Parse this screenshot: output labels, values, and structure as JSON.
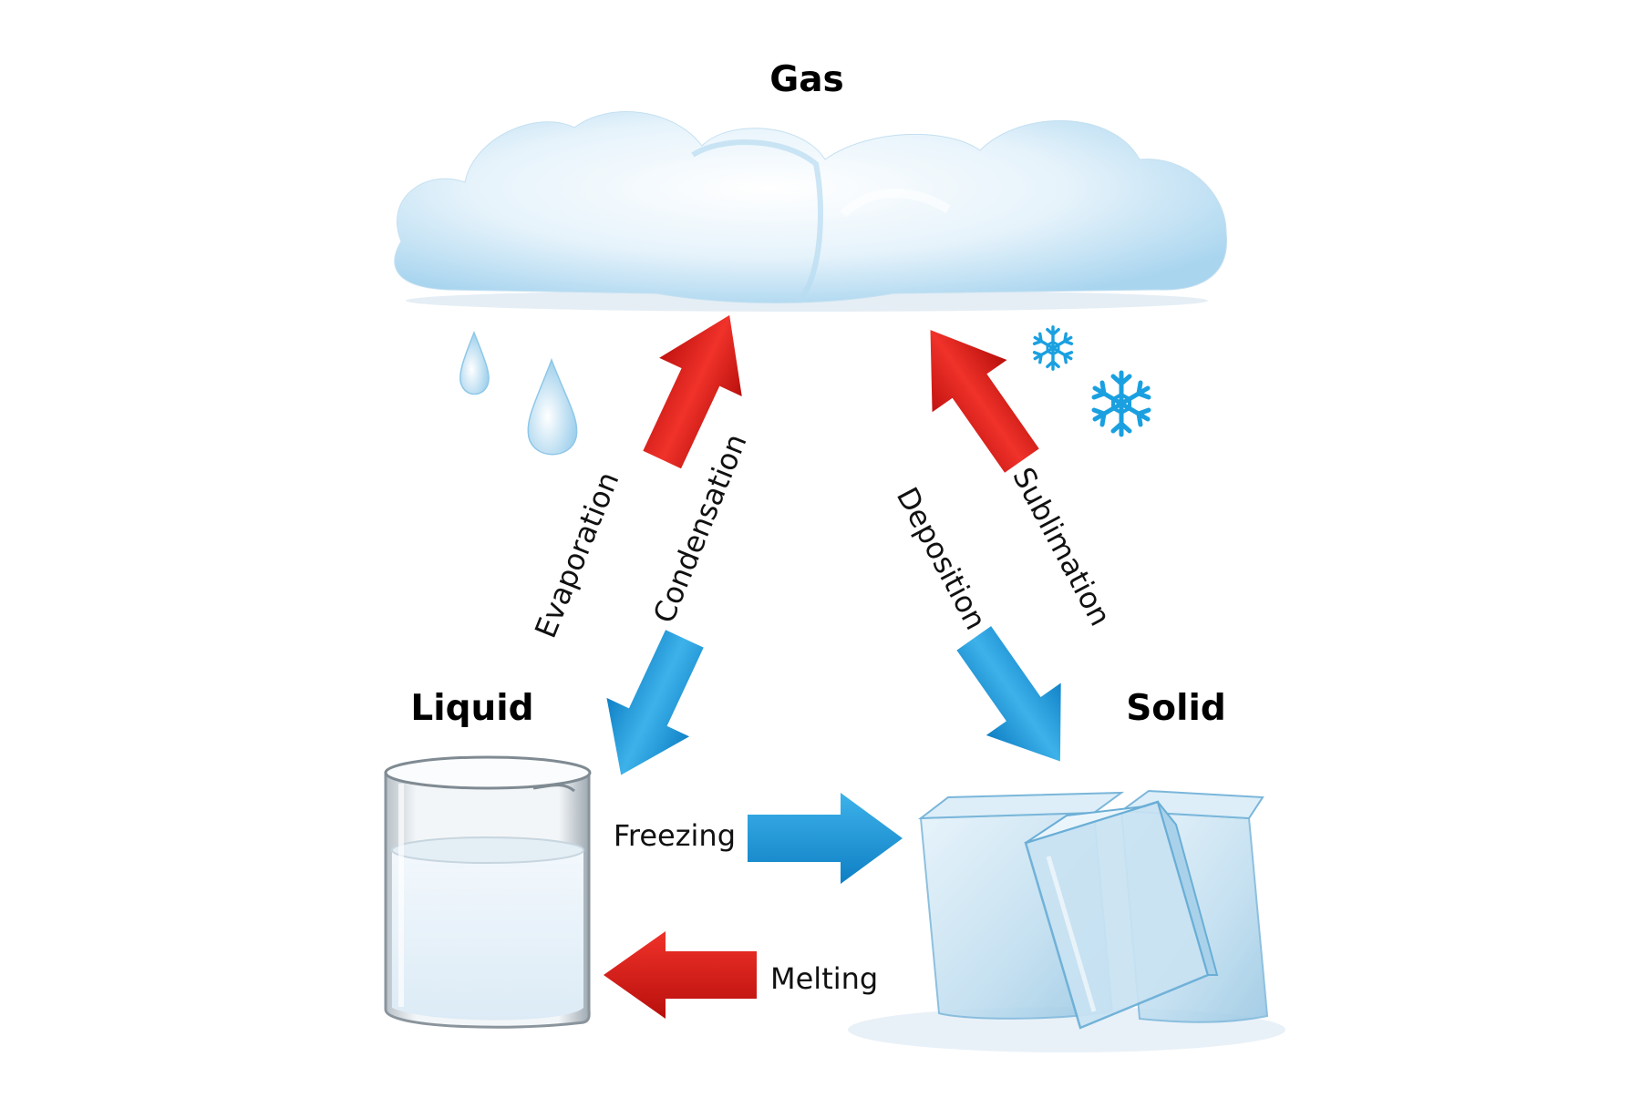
{
  "states": {
    "gas": "Gas",
    "liquid": "Liquid",
    "solid": "Solid"
  },
  "processes": {
    "evaporation": "Evaporation",
    "condensation": "Condensation",
    "deposition": "Deposition",
    "sublimation": "Sublimation",
    "freezing": "Freezing",
    "melting": "Melting"
  },
  "colors": {
    "heat_arrow": "#e8201c",
    "cool_arrow": "#1e9ad8",
    "cloud": "#cfe7f5",
    "water": "#eaf4fb",
    "ice": "#bfe0f2",
    "snowflake": "#1aa0e0"
  }
}
